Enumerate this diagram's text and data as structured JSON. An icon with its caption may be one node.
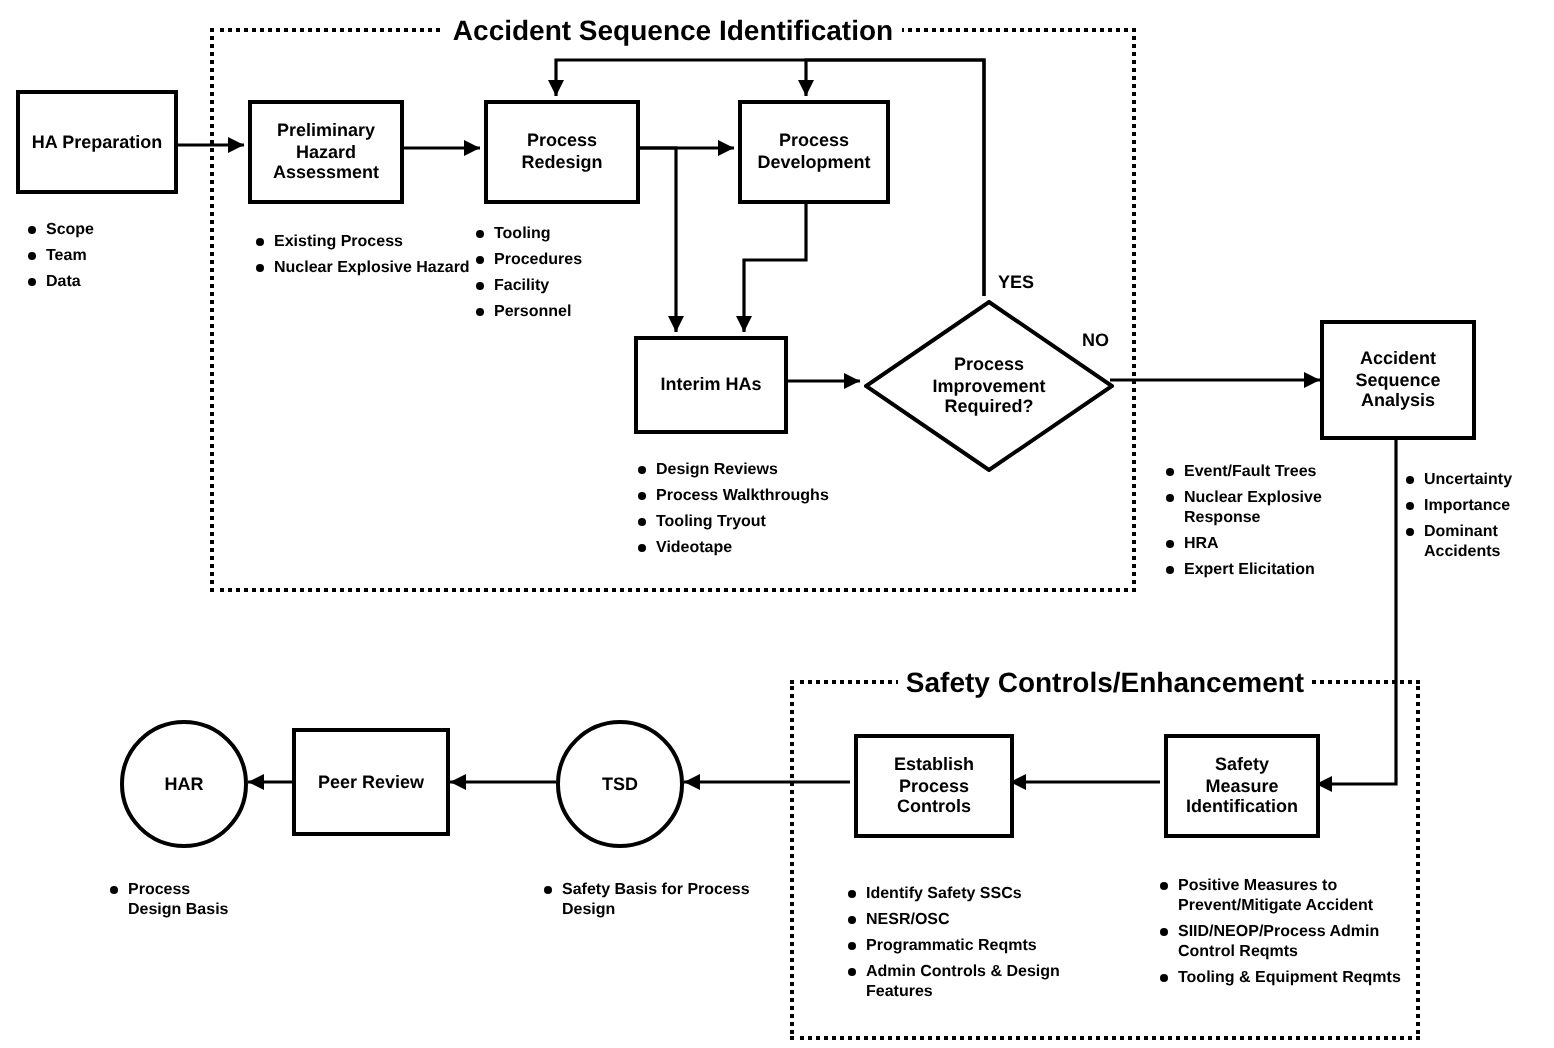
{
  "diagram": {
    "nodes": [
      {
        "text": [
          "Accident Sequence Identification"
        ]
      },
      {
        "text": [
          "HA Preparation"
        ],
        "beside": [
          "Scope",
          "Team",
          "Data"
        ]
      },
      {
        "text": [
          "Preliminary Hazard Assessment"
        ],
        "in": 0,
        "beside": [
          "Existing Process",
          "Nuclear Explosive Hazard"
        ]
      },
      {
        "text": [
          "Process Redesign"
        ],
        "in": 0,
        "beside": [
          "Tooling",
          "Procedures",
          "Facility",
          "Personnel"
        ]
      },
      {
        "text": [
          "Process Development"
        ],
        "in": 0
      },
      {
        "text": [
          "Interim HAs"
        ],
        "in": 0,
        "beside": [
          "Design Reviews",
          "Process Walkthroughs",
          "Tooling Tryout",
          "Videotape"
        ]
      },
      {
        "text": [
          "Process Improvement Required?"
        ],
        "in": 0
      },
      {
        "text": [
          "Accident Sequence Analysis"
        ],
        "beside": [
          "Event/Fault Trees",
          "Nuclear Explosive Response",
          "HRA",
          "Expert Elicitation",
          "Uncertainty",
          "Importance",
          "Dominant Accidents"
        ]
      },
      {
        "text": [
          "Safety Controls/Enhancement"
        ]
      },
      {
        "text": [
          "Safety Measure Identification"
        ],
        "in": 8,
        "beside": [
          "Positive Measures to Prevent/Mitigate Accident",
          "SIID/NEOP/Process Admin Control Reqmts",
          "Tooling & Equipment Reqmts"
        ]
      },
      {
        "text": [
          "Establish Process Controls"
        ],
        "in": 8,
        "beside": [
          "Identify Safety SSCs",
          "NESR/OSC",
          "Programmatic Reqmts",
          "Admin Controls & Design Features"
        ]
      },
      {
        "text": [
          "TSD"
        ],
        "beside": [
          "Safety Basis for Process Design"
        ]
      },
      {
        "text": [
          "Peer Review"
        ]
      },
      {
        "text": [
          "HAR"
        ],
        "beside": [
          "Process Design Basis"
        ]
      }
    ],
    "edges": [
      {
        "from": 1,
        "to": 2,
        "arrow": "to"
      },
      {
        "from": 2,
        "to": 3,
        "arrow": "to"
      },
      {
        "from": 3,
        "to": 4,
        "arrow": "to"
      },
      {
        "from": 3,
        "to": 5,
        "arrow": "to"
      },
      {
        "from": 4,
        "to": 5,
        "arrow": "to"
      },
      {
        "from": 5,
        "to": 6,
        "arrow": "to"
      },
      {
        "from": 6,
        "to": 3,
        "arrow": "to",
        "label": "YES"
      },
      {
        "from": 6,
        "to": 4,
        "arrow": "to"
      },
      {
        "from": 6,
        "to": 7,
        "arrow": "to",
        "label": "NO"
      },
      {
        "from": 7,
        "to": 9,
        "arrow": "to"
      },
      {
        "from": 9,
        "to": 10,
        "arrow": "to"
      },
      {
        "from": 10,
        "to": 11,
        "arrow": "to"
      },
      {
        "from": 11,
        "to": 12,
        "arrow": "to"
      },
      {
        "from": 12,
        "to": 13,
        "arrow": "to"
      }
    ]
  }
}
